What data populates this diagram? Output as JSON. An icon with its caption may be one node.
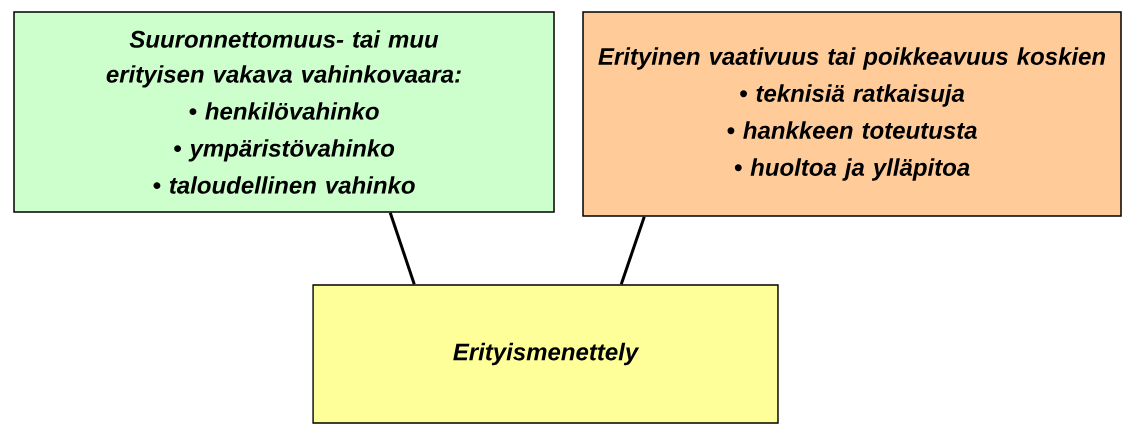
{
  "diagram": {
    "nodes": [
      {
        "text": [
          "Suuronnettomuus- tai muu erityisen vakava vahinkovaara:",
          "• henkilövahinko",
          "• ympäristövahinko",
          "• taloudellinen vahinko"
        ]
      },
      {
        "text": [
          "Erityinen vaativuus tai poikkeavuus koskien",
          "• teknisiä ratkaisuja",
          "• hankkeen toteutusta",
          "• huoltoa ja ylläpitoa"
        ]
      },
      {
        "text": [
          "Erityismenettely"
        ]
      }
    ],
    "edges": [
      {
        "from": 0,
        "to": 2,
        "arrow": "none"
      },
      {
        "from": 1,
        "to": 2,
        "arrow": "none"
      }
    ]
  }
}
